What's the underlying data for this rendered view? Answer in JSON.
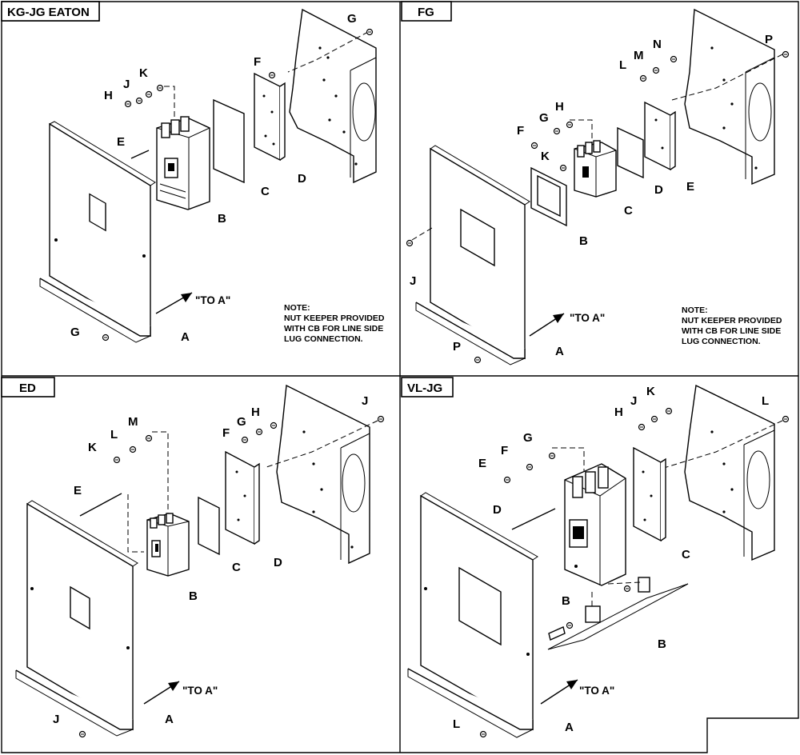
{
  "panels": [
    {
      "title": "KG-JG EATON",
      "labels": [
        "G",
        "F",
        "K",
        "J",
        "H",
        "E",
        "C",
        "D",
        "B",
        "A",
        "G"
      ],
      "to_a": "\"TO A\"",
      "note": [
        "NOTE:",
        "NUT KEEPER PROVIDED",
        "WITH CB FOR LINE SIDE",
        "LUG CONNECTION."
      ]
    },
    {
      "title": "FG",
      "labels": [
        "P",
        "N",
        "M",
        "L",
        "H",
        "G",
        "F",
        "K",
        "D",
        "E",
        "C",
        "B",
        "J",
        "P",
        "A"
      ],
      "to_a": "\"TO A\"",
      "note": [
        "NOTE:",
        "NUT KEEPER PROVIDED",
        "WITH CB FOR LINE SIDE",
        "LUG CONNECTION."
      ]
    },
    {
      "title": "ED",
      "labels": [
        "J",
        "M",
        "L",
        "K",
        "H",
        "G",
        "F",
        "E",
        "C",
        "D",
        "B",
        "A",
        "J"
      ],
      "to_a": "\"TO A\""
    },
    {
      "title": "VL-JG",
      "labels": [
        "L",
        "K",
        "J",
        "H",
        "G",
        "F",
        "E",
        "D",
        "C",
        "B",
        "B",
        "L",
        "A"
      ],
      "to_a": "\"TO A\""
    }
  ]
}
